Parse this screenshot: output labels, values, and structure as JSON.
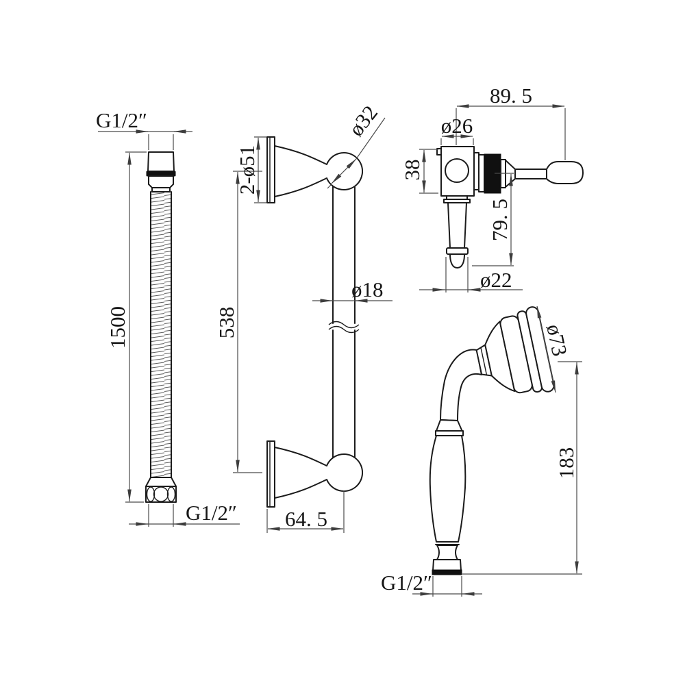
{
  "title": "Shower set technical drawing",
  "colors": {
    "background": "#ffffff",
    "line": "#1b1b1b",
    "dimension": "#4a4a4a"
  },
  "components": {
    "hose": {
      "name": "shower-hose",
      "labels": {
        "top_thread": "G1/2″",
        "length": "1500",
        "bottom_thread": "G1/2″"
      }
    },
    "slide_bar": {
      "name": "slide-rail-bar",
      "labels": {
        "flanges": "2-ø51",
        "end_knob": "ø32",
        "tube_diameter": "ø18",
        "mount_centers": "538",
        "wall_offset": "64. 5"
      }
    },
    "slider_bracket": {
      "name": "slider-bracket",
      "labels": {
        "overall_length": "89. 5",
        "body_diameter": "ø26",
        "body_height": "38",
        "handle_drop": "79. 5",
        "handle_diameter": "ø22"
      }
    },
    "handset": {
      "name": "hand-shower",
      "labels": {
        "head_diameter": "ø73",
        "height": "183",
        "thread": "G1/2″"
      }
    }
  }
}
